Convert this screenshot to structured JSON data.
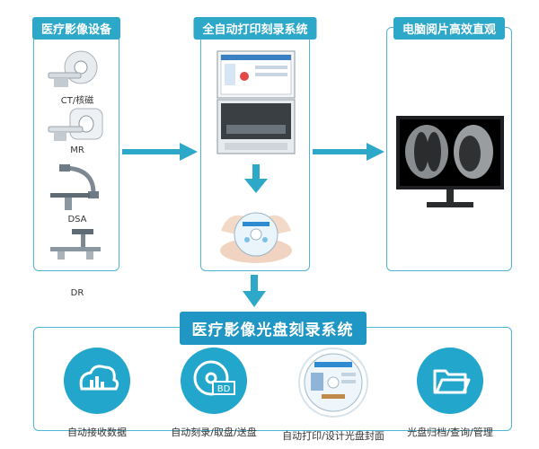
{
  "left_panel": {
    "title": "医疗影像设备",
    "devices": [
      "CT/核磁",
      "MR",
      "DSA",
      "DR"
    ]
  },
  "center_panel": {
    "title": "全自动打印刻录系统"
  },
  "right_panel": {
    "title": "电脑阅片高效直观"
  },
  "bottom": {
    "title": "医疗影像光盘刻录系统",
    "features": [
      {
        "label": "自动接收数据",
        "icon": "cloud-bars-icon"
      },
      {
        "label": "自动刻录/取盘/送盘",
        "icon": "bd-disc-icon"
      },
      {
        "label": "自动打印/设计光盘封面",
        "icon": "printed-disc-icon"
      },
      {
        "label": "光盘归档/查询/管理",
        "icon": "folder-icon"
      }
    ]
  },
  "colors": {
    "accent": "#2ea8c9",
    "title_bg": "#1f96c3",
    "icon_bg": "#23a6cb",
    "border": "#4cb6d3"
  }
}
